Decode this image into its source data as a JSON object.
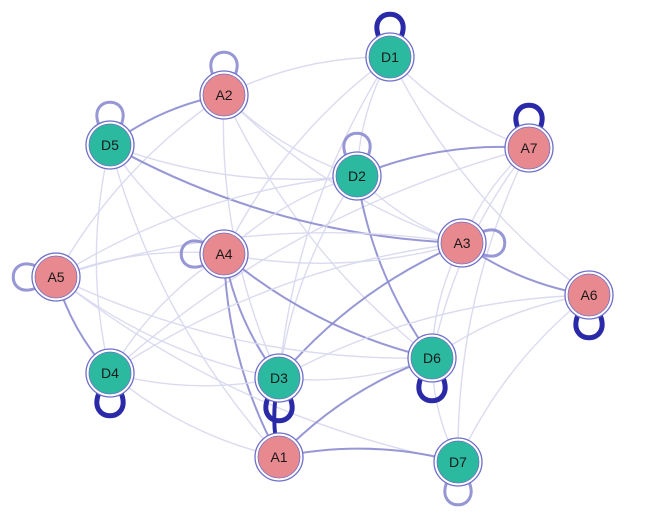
{
  "colors": {
    "a_fill": "#e8898f",
    "d_fill": "#2bb9a0",
    "ring": "#6f6fc9",
    "edge_dark": "#2a2aa8",
    "edge_mid": "#8c8cd0",
    "edge_light": "#d7d7ee"
  },
  "nodes": [
    {
      "id": "D1",
      "group": "D"
    },
    {
      "id": "A2",
      "group": "A"
    },
    {
      "id": "D5",
      "group": "D"
    },
    {
      "id": "A7",
      "group": "A"
    },
    {
      "id": "D2",
      "group": "D"
    },
    {
      "id": "A4",
      "group": "A"
    },
    {
      "id": "A3",
      "group": "A"
    },
    {
      "id": "A5",
      "group": "A"
    },
    {
      "id": "A6",
      "group": "A"
    },
    {
      "id": "D4",
      "group": "D"
    },
    {
      "id": "D3",
      "group": "D"
    },
    {
      "id": "D6",
      "group": "D"
    },
    {
      "id": "A1",
      "group": "A"
    },
    {
      "id": "D7",
      "group": "D"
    }
  ],
  "edges": [
    {
      "from": "D1",
      "to": "A2",
      "strength": "light"
    },
    {
      "from": "D1",
      "to": "A7",
      "strength": "light"
    },
    {
      "from": "D1",
      "to": "D2",
      "strength": "light"
    },
    {
      "from": "D1",
      "to": "A4",
      "strength": "light"
    },
    {
      "from": "D1",
      "to": "A6",
      "strength": "light"
    },
    {
      "from": "D1",
      "to": "D3",
      "strength": "light"
    },
    {
      "from": "A2",
      "to": "D5",
      "strength": "mid"
    },
    {
      "from": "A2",
      "to": "D2",
      "strength": "light"
    },
    {
      "from": "A2",
      "to": "A3",
      "strength": "light"
    },
    {
      "from": "A2",
      "to": "A5",
      "strength": "light"
    },
    {
      "from": "A2",
      "to": "D3",
      "strength": "light"
    },
    {
      "from": "A2",
      "to": "D6",
      "strength": "light"
    },
    {
      "from": "D5",
      "to": "D2",
      "strength": "light"
    },
    {
      "from": "D5",
      "to": "A3",
      "strength": "mid"
    },
    {
      "from": "D5",
      "to": "A4",
      "strength": "light"
    },
    {
      "from": "D5",
      "to": "D4",
      "strength": "light"
    },
    {
      "from": "D5",
      "to": "A1",
      "strength": "light"
    },
    {
      "from": "A7",
      "to": "D2",
      "strength": "mid"
    },
    {
      "from": "A7",
      "to": "A3",
      "strength": "light"
    },
    {
      "from": "A7",
      "to": "D4",
      "strength": "light"
    },
    {
      "from": "A7",
      "to": "D6",
      "strength": "light"
    },
    {
      "from": "A7",
      "to": "D7",
      "strength": "light"
    },
    {
      "from": "D2",
      "to": "A4",
      "strength": "light"
    },
    {
      "from": "D2",
      "to": "A3",
      "strength": "light"
    },
    {
      "from": "D2",
      "to": "A5",
      "strength": "light"
    },
    {
      "from": "D2",
      "to": "D3",
      "strength": "light"
    },
    {
      "from": "D2",
      "to": "D6",
      "strength": "mid"
    },
    {
      "from": "A4",
      "to": "A3",
      "strength": "light"
    },
    {
      "from": "A4",
      "to": "A5",
      "strength": "light"
    },
    {
      "from": "A4",
      "to": "D4",
      "strength": "light"
    },
    {
      "from": "A4",
      "to": "D3",
      "strength": "mid"
    },
    {
      "from": "A4",
      "to": "D6",
      "strength": "mid"
    },
    {
      "from": "A4",
      "to": "A1",
      "strength": "mid"
    },
    {
      "from": "A3",
      "to": "A6",
      "strength": "mid"
    },
    {
      "from": "A3",
      "to": "D3",
      "strength": "mid"
    },
    {
      "from": "A3",
      "to": "D6",
      "strength": "light"
    },
    {
      "from": "A3",
      "to": "A5",
      "strength": "light"
    },
    {
      "from": "A3",
      "to": "D4",
      "strength": "light"
    },
    {
      "from": "A5",
      "to": "D4",
      "strength": "mid"
    },
    {
      "from": "A5",
      "to": "D6",
      "strength": "light"
    },
    {
      "from": "A5",
      "to": "D3",
      "strength": "light"
    },
    {
      "from": "A5",
      "to": "D7",
      "strength": "light"
    },
    {
      "from": "A6",
      "to": "D6",
      "strength": "light"
    },
    {
      "from": "A6",
      "to": "D3",
      "strength": "light"
    },
    {
      "from": "A6",
      "to": "D7",
      "strength": "light"
    },
    {
      "from": "D4",
      "to": "D3",
      "strength": "light"
    },
    {
      "from": "D4",
      "to": "A1",
      "strength": "light"
    },
    {
      "from": "D3",
      "to": "A1",
      "strength": "dark"
    },
    {
      "from": "D3",
      "to": "D6",
      "strength": "light"
    },
    {
      "from": "D6",
      "to": "A1",
      "strength": "mid"
    },
    {
      "from": "D6",
      "to": "D7",
      "strength": "light"
    },
    {
      "from": "D7",
      "to": "A1",
      "strength": "mid"
    }
  ],
  "self_loops": [
    {
      "node": "D1",
      "side": "top",
      "strength": "dark"
    },
    {
      "node": "A2",
      "side": "top",
      "strength": "mid"
    },
    {
      "node": "D5",
      "side": "top",
      "strength": "mid"
    },
    {
      "node": "A7",
      "side": "top",
      "strength": "dark"
    },
    {
      "node": "D2",
      "side": "top",
      "strength": "mid"
    },
    {
      "node": "A4",
      "side": "left",
      "strength": "mid"
    },
    {
      "node": "A3",
      "side": "right",
      "strength": "mid"
    },
    {
      "node": "A5",
      "side": "left",
      "strength": "mid"
    },
    {
      "node": "A6",
      "side": "bottom",
      "strength": "dark"
    },
    {
      "node": "D4",
      "side": "bottom",
      "strength": "dark"
    },
    {
      "node": "D3",
      "side": "bottom",
      "strength": "dark"
    },
    {
      "node": "D6",
      "side": "bottom",
      "strength": "dark"
    },
    {
      "node": "D7",
      "side": "bottom",
      "strength": "mid"
    }
  ]
}
